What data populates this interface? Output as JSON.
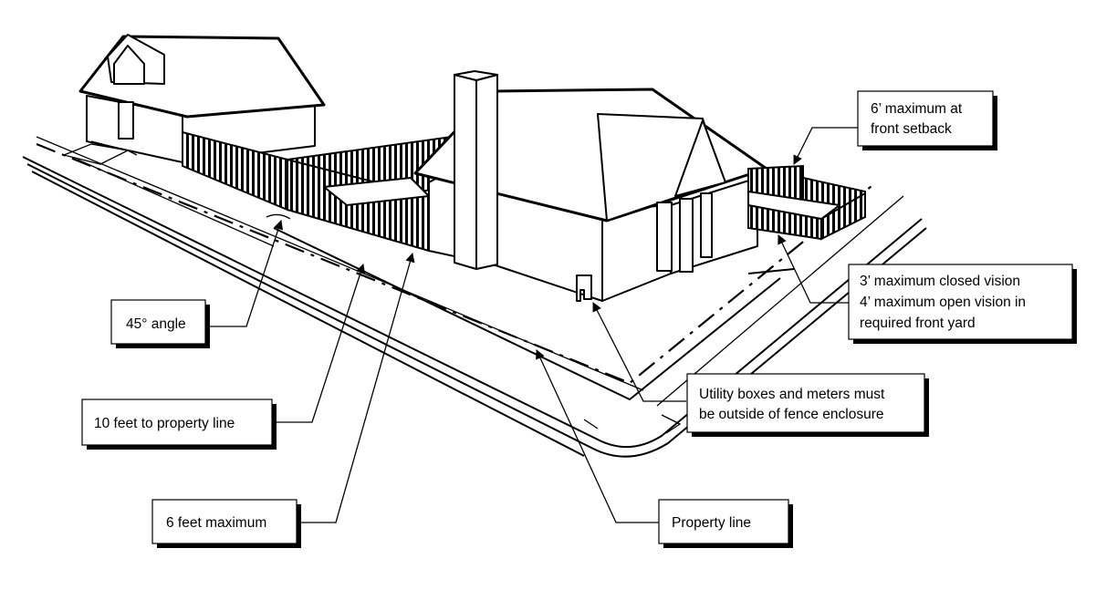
{
  "callouts": {
    "front_setback": [
      "6’ maximum at",
      "front setback"
    ],
    "front_yard": [
      "3’ maximum closed vision",
      "4’ maximum open vision in",
      "required front yard"
    ],
    "angle": [
      "45° angle"
    ],
    "utility": [
      "Utility boxes and meters must",
      "be outside of fence enclosure"
    ],
    "ten_feet": [
      "10 feet to property line"
    ],
    "six_feet": [
      "6 feet maximum"
    ],
    "property_line": [
      "Property line"
    ]
  }
}
